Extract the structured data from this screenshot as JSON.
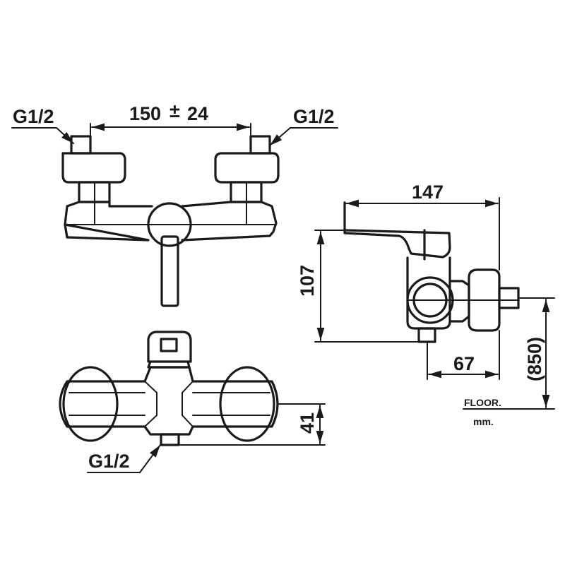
{
  "labels": {
    "thread_top_left": "G1/2",
    "thread_top_right": "G1/2",
    "thread_bottom": "G1/2",
    "dim_centers_value": "150",
    "dim_centers_tol_symbol": "±",
    "dim_centers_tol": "24",
    "dim_depth": "147",
    "dim_height": "107",
    "dim_offset": "67",
    "dim_floor": "(850)",
    "dim_outlet": "41",
    "floor_label": "FLOOR.",
    "unit_label": "mm."
  },
  "colors": {
    "line": "#1a1a1a",
    "background": "#ffffff"
  }
}
